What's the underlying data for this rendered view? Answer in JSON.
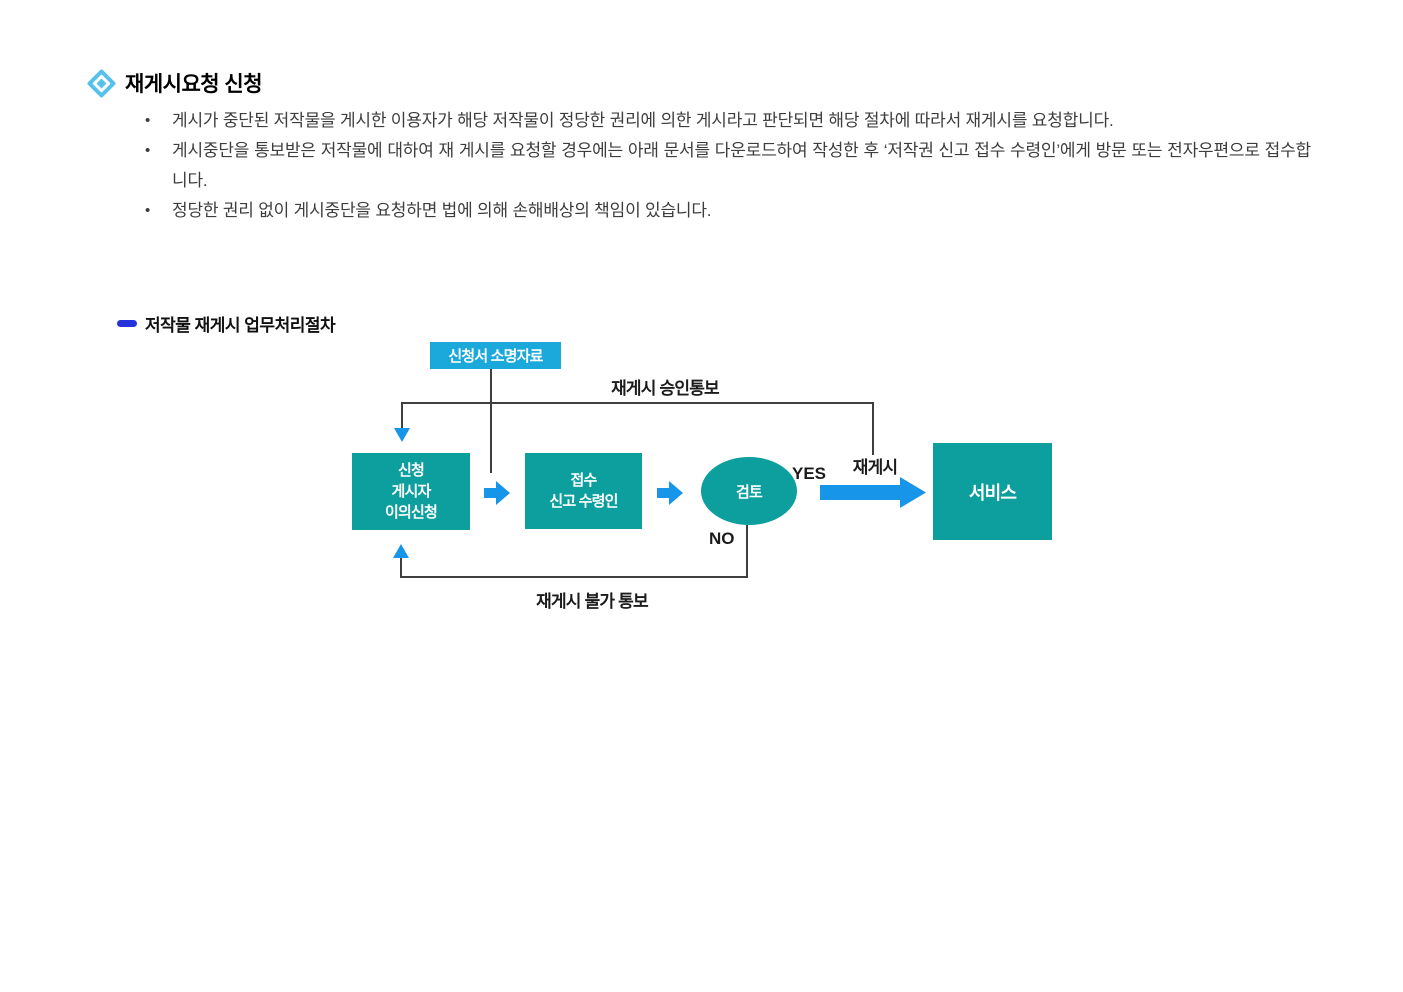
{
  "page": {
    "title": "재게시요청 신청",
    "bullet_char": "•",
    "bullets": [
      "게시가 중단된 저작물을 게시한 이용자가 해당 저작물이 정당한 권리에 의한 게시라고 판단되면 해당 절차에 따라서 재게시를 요청합니다.",
      "게시중단을 통보받은 저작물에 대하여 재 게시를 요청할 경우에는 아래 문서를 다운로드하여 작성한 후 ‘저작권 신고 접수 수령인’에게 방문 또는 전자우편으로 접수합니다.",
      "정당한 권리 없이 게시중단을 요청하면 법에 의해 손해배상의 책임이 있습니다."
    ],
    "section_title": "저작물 재게시 업무처리절차"
  },
  "diagram": {
    "evidence_box": "신청서 소명자료",
    "approval_notice_label": "재게시 승인통보",
    "applicant_box": "신청\n게시자\n이의신청",
    "receipt_box": "접수\n신고 수령인",
    "review_ellipse": "검토",
    "yes_label": "YES",
    "no_label": "NO",
    "repost_label": "재게시",
    "service_box": "서비스",
    "rejection_notice_label": "재게시 불가 통보",
    "colors": {
      "node_teal": "#0D9E9E",
      "node_cyan": "#1BA8DB",
      "arrow_blue": "#1795E8",
      "connector_gray": "#3F3F3F",
      "section_dash_blue": "#2433D9",
      "title_diamond_blue": "#56C2EC"
    }
  }
}
